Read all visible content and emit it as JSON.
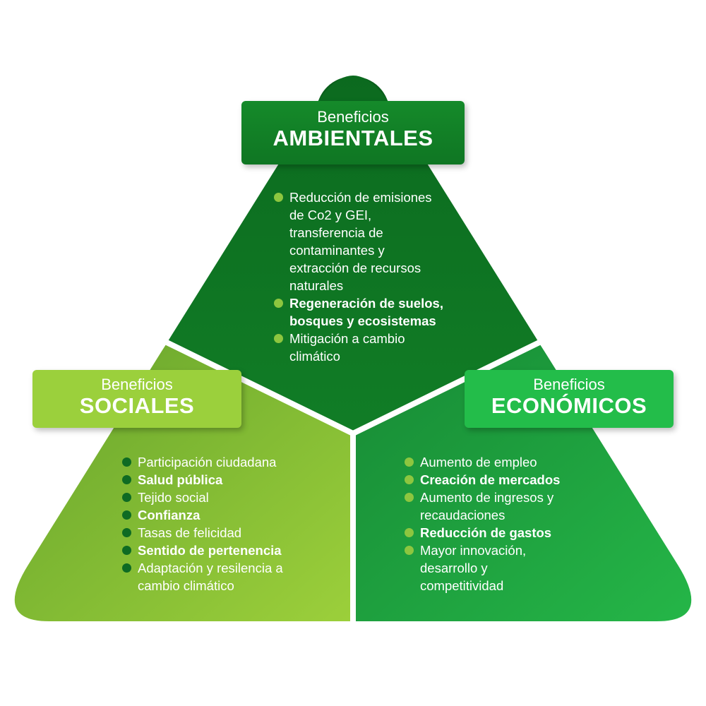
{
  "colors": {
    "top": "#0d7323",
    "left": "#8cc43a",
    "right": "#21b048",
    "bullet_light": "#8dc63f",
    "bullet_dark": "#0e6b23"
  },
  "ambientales": {
    "subtitle": "Beneficios",
    "title": "AMBIENTALES",
    "items": [
      {
        "text": "Reducción de emisiones de Co2 y GEI, transferencia de contaminantes y extracción de recursos naturales",
        "bold": false
      },
      {
        "text": "Regeneración de suelos, bosques y ecosistemas",
        "bold": true
      },
      {
        "text": "Mitigación a cambio climático",
        "bold": false
      }
    ]
  },
  "sociales": {
    "subtitle": "Beneficios",
    "title": "SOCIALES",
    "items": [
      {
        "text": "Participación ciudadana",
        "bold": false
      },
      {
        "text": "Salud pública",
        "bold": true
      },
      {
        "text": "Tejido social",
        "bold": false
      },
      {
        "text": "Confianza",
        "bold": true
      },
      {
        "text": "Tasas de felicidad",
        "bold": false
      },
      {
        "text": "Sentido de pertenencia",
        "bold": true
      },
      {
        "text": "Adaptación y resilencia a cambio climático",
        "bold": false
      }
    ]
  },
  "economicos": {
    "subtitle": "Beneficios",
    "title": "ECONÓMICOS",
    "items": [
      {
        "text": "Aumento de empleo",
        "bold": false
      },
      {
        "text": "Creación de mercados",
        "bold": true
      },
      {
        "text": "Aumento de ingresos y recaudaciones",
        "bold": false
      },
      {
        "text": "Reducción de gastos",
        "bold": true
      },
      {
        "text": "Mayor innovación, desarrollo y competitividad",
        "bold": false
      }
    ]
  }
}
